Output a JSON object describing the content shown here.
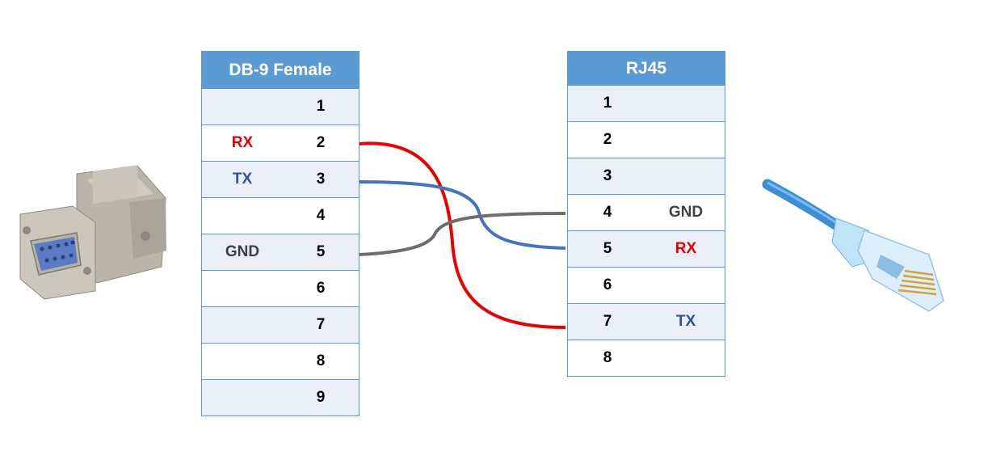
{
  "db9": {
    "title": "DB-9 Female",
    "rows": [
      {
        "pin": "1",
        "signal": "",
        "cls": ""
      },
      {
        "pin": "2",
        "signal": "RX",
        "cls": "sig-rx"
      },
      {
        "pin": "3",
        "signal": "TX",
        "cls": "sig-tx"
      },
      {
        "pin": "4",
        "signal": "",
        "cls": ""
      },
      {
        "pin": "5",
        "signal": "GND",
        "cls": "sig-gnd"
      },
      {
        "pin": "6",
        "signal": "",
        "cls": ""
      },
      {
        "pin": "7",
        "signal": "",
        "cls": ""
      },
      {
        "pin": "8",
        "signal": "",
        "cls": ""
      },
      {
        "pin": "9",
        "signal": "",
        "cls": ""
      }
    ]
  },
  "rj45": {
    "title": "RJ45",
    "rows": [
      {
        "pin": "1",
        "signal": "",
        "cls": ""
      },
      {
        "pin": "2",
        "signal": "",
        "cls": ""
      },
      {
        "pin": "3",
        "signal": "",
        "cls": ""
      },
      {
        "pin": "4",
        "signal": "GND",
        "cls": "sig-gnd"
      },
      {
        "pin": "5",
        "signal": "RX",
        "cls": "sig-rx"
      },
      {
        "pin": "6",
        "signal": "",
        "cls": ""
      },
      {
        "pin": "7",
        "signal": "TX",
        "cls": "sig-tx"
      },
      {
        "pin": "8",
        "signal": "",
        "cls": ""
      }
    ]
  },
  "colors": {
    "header_blue": "#5b9bd5",
    "row_shade": "#e9eef7",
    "wire_rx_tx_red": "#ee0000",
    "wire_tx_rx_blue": "#4472c4",
    "wire_gnd_gray": "#6d6d6d"
  },
  "wires": [
    {
      "name": "db9-rx-to-rj45-tx",
      "color": "#ee0000"
    },
    {
      "name": "db9-tx-to-rj45-rx",
      "color": "#4472c4"
    },
    {
      "name": "db9-gnd-to-rj45-gnd",
      "color": "#6d6d6d"
    }
  ],
  "images": {
    "left": "db9-adapter-image",
    "right": "rj45-cable-image"
  }
}
